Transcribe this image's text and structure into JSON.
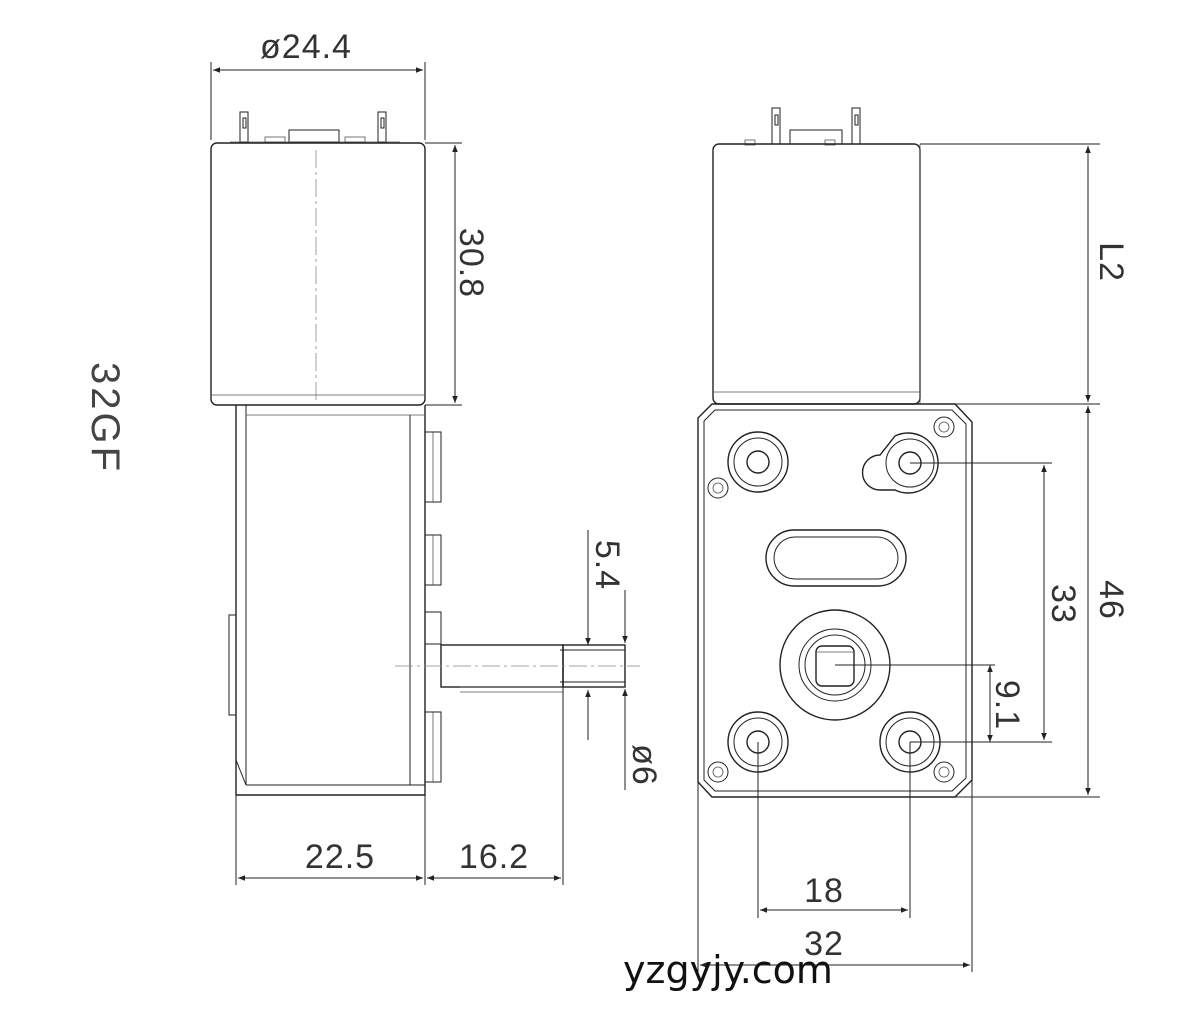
{
  "model_label": "32GF",
  "website": "yzgyjy.com",
  "dimensions": {
    "motor_diameter": "ø24.4",
    "motor_length": "30.8",
    "motor_length_side": "L2",
    "gearbox_depth": "22.5",
    "shaft_length": "16.2",
    "shaft_flat": "5.4",
    "shaft_diameter": "ø6",
    "housing_height": "46",
    "mount_vertical_spacing": "33",
    "shaft_offset": "9.1",
    "mount_horizontal_spacing": "18",
    "housing_width": "32"
  }
}
